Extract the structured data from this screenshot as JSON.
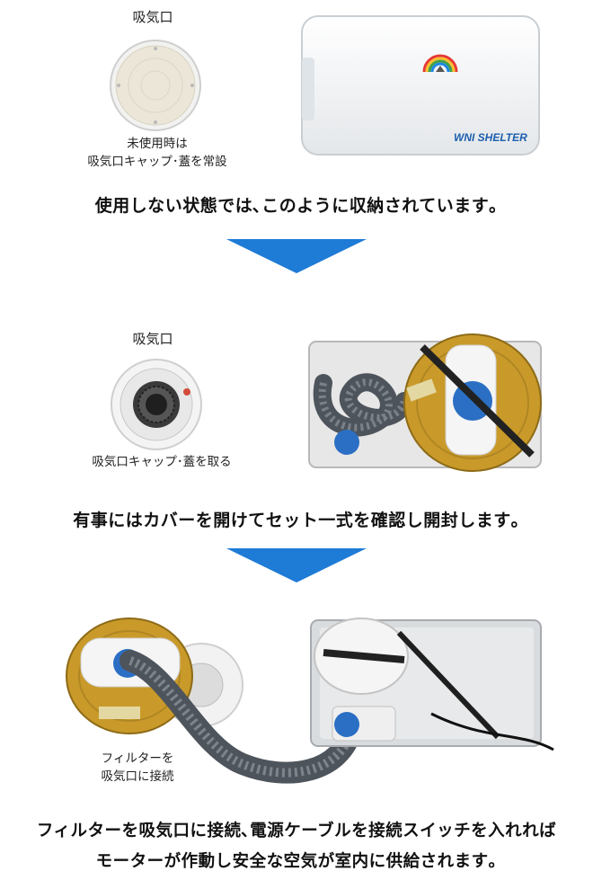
{
  "section1": {
    "intake_label": "吸気口",
    "intake_caption_line1": "未使用時は",
    "intake_caption_line2": "吸気口キャップ･蓋を常設",
    "brand": "WNI SHELTER",
    "headline": "使用しない状態では､このように収納されています｡"
  },
  "section2": {
    "intake_label": "吸気口",
    "intake_caption": "吸気口キャップ･蓋を取る",
    "headline": "有事にはカバーを開けてセット一式を確認し開封します｡"
  },
  "section3": {
    "caption_line1": "フィルターを",
    "caption_line2": "吸気口に接続",
    "headline_line1": "フィルターを吸気口に接続､電源ケーブルを接続スイッチを入れれば",
    "headline_line2": "モーターが作動し安全な空気が室内に供給されます｡"
  },
  "colors": {
    "arrow": "#1e7bd6",
    "filter_gold": "#c99a2a",
    "hose_gray": "#5a6068",
    "blue_part": "#2b6fc4"
  }
}
